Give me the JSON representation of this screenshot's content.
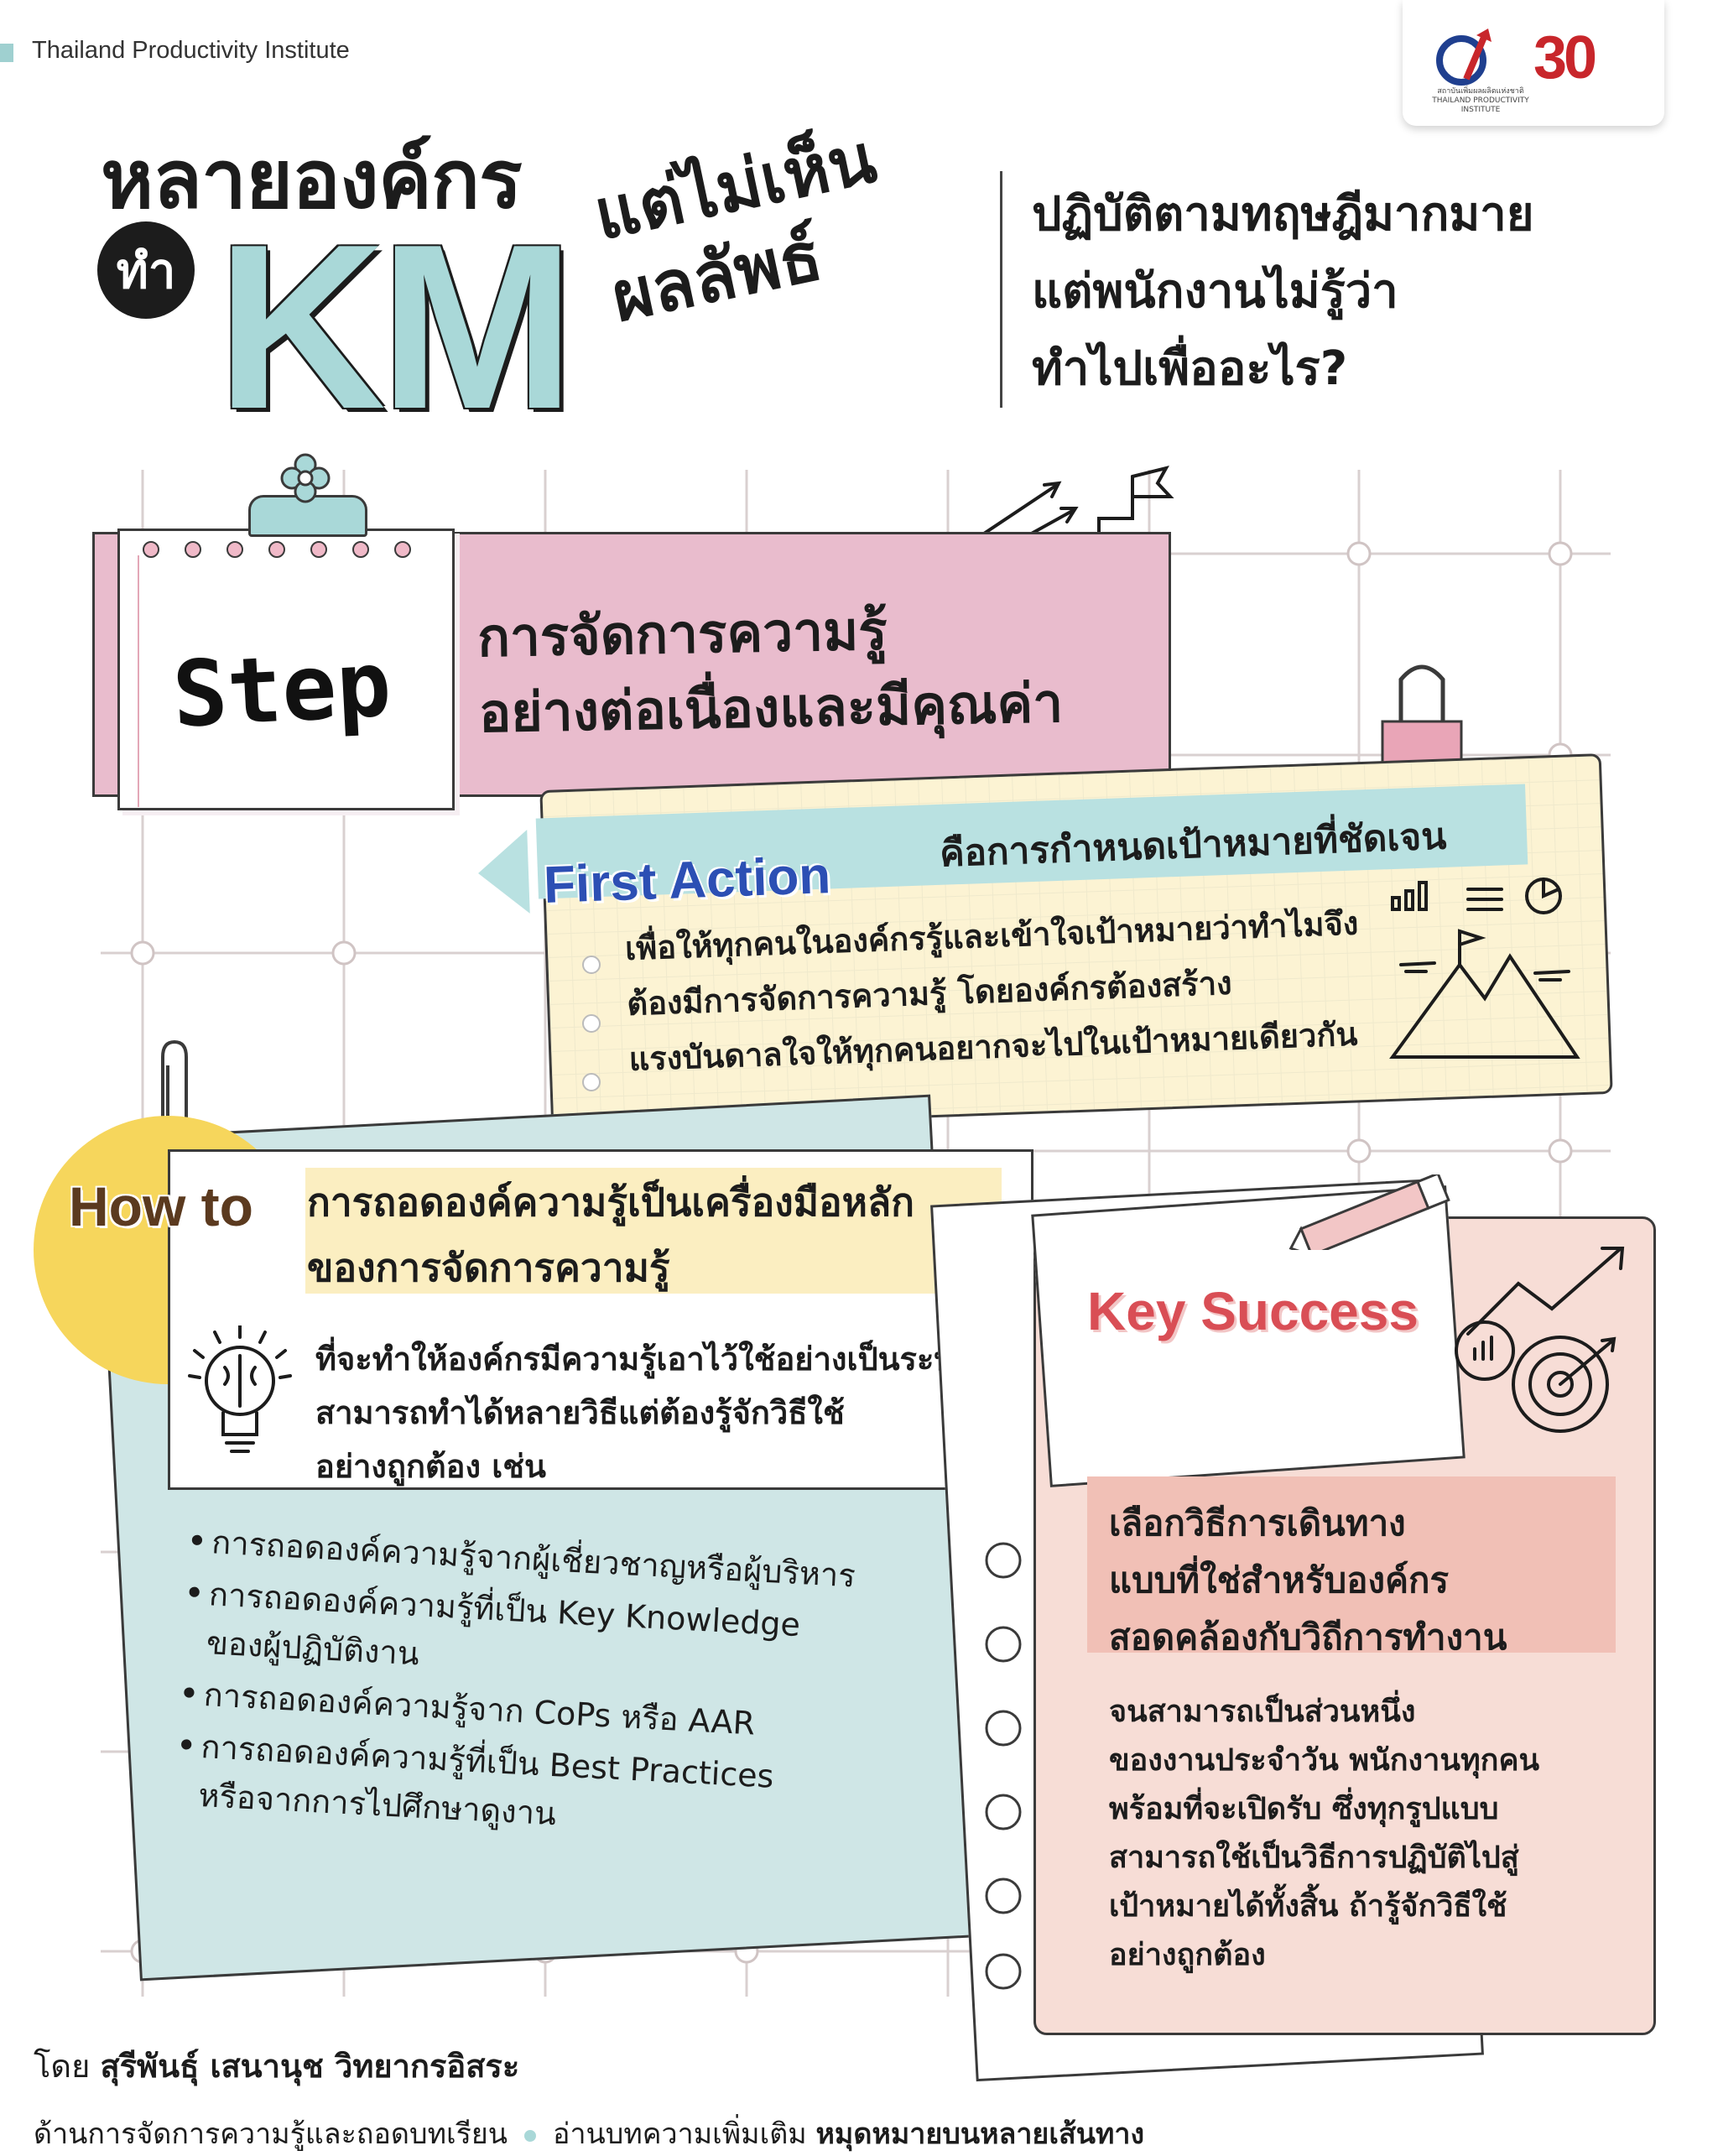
{
  "header": {
    "brand": "Thailand Productivity Institute",
    "logo_caption": "สถาบันเพิ่มผลผลิตแห่งชาติ THAILAND PRODUCTIVITY INSTITUTE",
    "logo_30": "30"
  },
  "title": {
    "line1": "หลายองค์กร",
    "tham": "ทำ",
    "km": "KM",
    "slant_line1": "แต่ไม่เห็น",
    "slant_line2": "ผลลัพธ์",
    "right_lines": [
      "ปฏิบัติตามทฤษฎีมากมาย",
      "แต่พนักงานไม่รู้ว่า",
      "ทำไปเพื่ออะไร?"
    ]
  },
  "step": {
    "word": "Step",
    "title_lines": [
      "การจัดการความรู้",
      "อย่างต่อเนื่องและมีคุณค่า"
    ]
  },
  "first_action": {
    "heading": "First Action",
    "subtitle": "คือการกำหนดเป้าหมายที่ชัดเจน",
    "body_lines": [
      "เพื่อให้ทุกคนในองค์กรรู้และเข้าใจเป้าหมายว่าทำไมจึง",
      "ต้องมีการจัดการความรู้ โดยองค์กรต้องสร้าง",
      "แรงบันดาลใจให้ทุกคนอยากจะไปในเป้าหมายเดียวกัน"
    ]
  },
  "how_to": {
    "label": "How to",
    "title_lines": [
      "การถอดองค์ความรู้เป็นเครื่องมือหลัก",
      "ของการจัดการความรู้"
    ],
    "body_lines": [
      "ที่จะทำให้องค์กรมีความรู้เอาไว้ใช้อย่างเป็นระบบ",
      "สามารถทำได้หลายวิธีแต่ต้องรู้จักวิธีใช้",
      "อย่างถูกต้อง เช่น"
    ],
    "bullets": [
      [
        "การถอดองค์ความรู้จากผู้เชี่ยวชาญหรือผู้บริหาร"
      ],
      [
        "การถอดองค์ความรู้ที่เป็น Key Knowledge",
        "ของผู้ปฏิบัติงาน"
      ],
      [
        "การถอดองค์ความรู้จาก CoPs หรือ AAR"
      ],
      [
        "การถอดองค์ความรู้ที่เป็น Best Practices",
        "หรือจากการไปศึกษาดูงาน"
      ]
    ]
  },
  "key_success": {
    "title": "Key Success",
    "head_lines": [
      "เลือกวิธีการเดินทาง",
      "แบบที่ใช่สำหรับองค์กร",
      "สอดคล้องกับวิถีการทำงาน"
    ],
    "body_lines": [
      "จนสามารถเป็นส่วนหนึ่ง",
      "ของงานประจำวัน พนักงานทุกคน",
      "พร้อมที่จะเปิดรับ ซึ่งทุกรูปแบบ",
      "สามารถใช้เป็นวิธีการปฏิบัติไปสู่",
      "เป้าหมายได้ทั้งสิ้น ถ้ารู้จักวิธีใช้",
      "อย่างถูกต้อง"
    ]
  },
  "footer": {
    "by": "โดย",
    "author": "สุรีพันธุ์  เสนานุช วิทยากรอิสระ",
    "line2_left": "ด้านการจัดการความรู้และถอดบทเรียน",
    "line2_mid": "อ่านบทความเพิ่มเติม",
    "line2_strong": "หมุดหมายบนหลายเส้นทาง"
  },
  "colors": {
    "teal": "#a9d8d8",
    "pink": "#e9bccd",
    "cream": "#fcf3d3",
    "yellow": "#f6d65c",
    "blue_heading": "#2c4fb4",
    "red_heading": "#d94e55",
    "peach": "#f7ddd6",
    "light_blue": "#cfe6e6"
  }
}
